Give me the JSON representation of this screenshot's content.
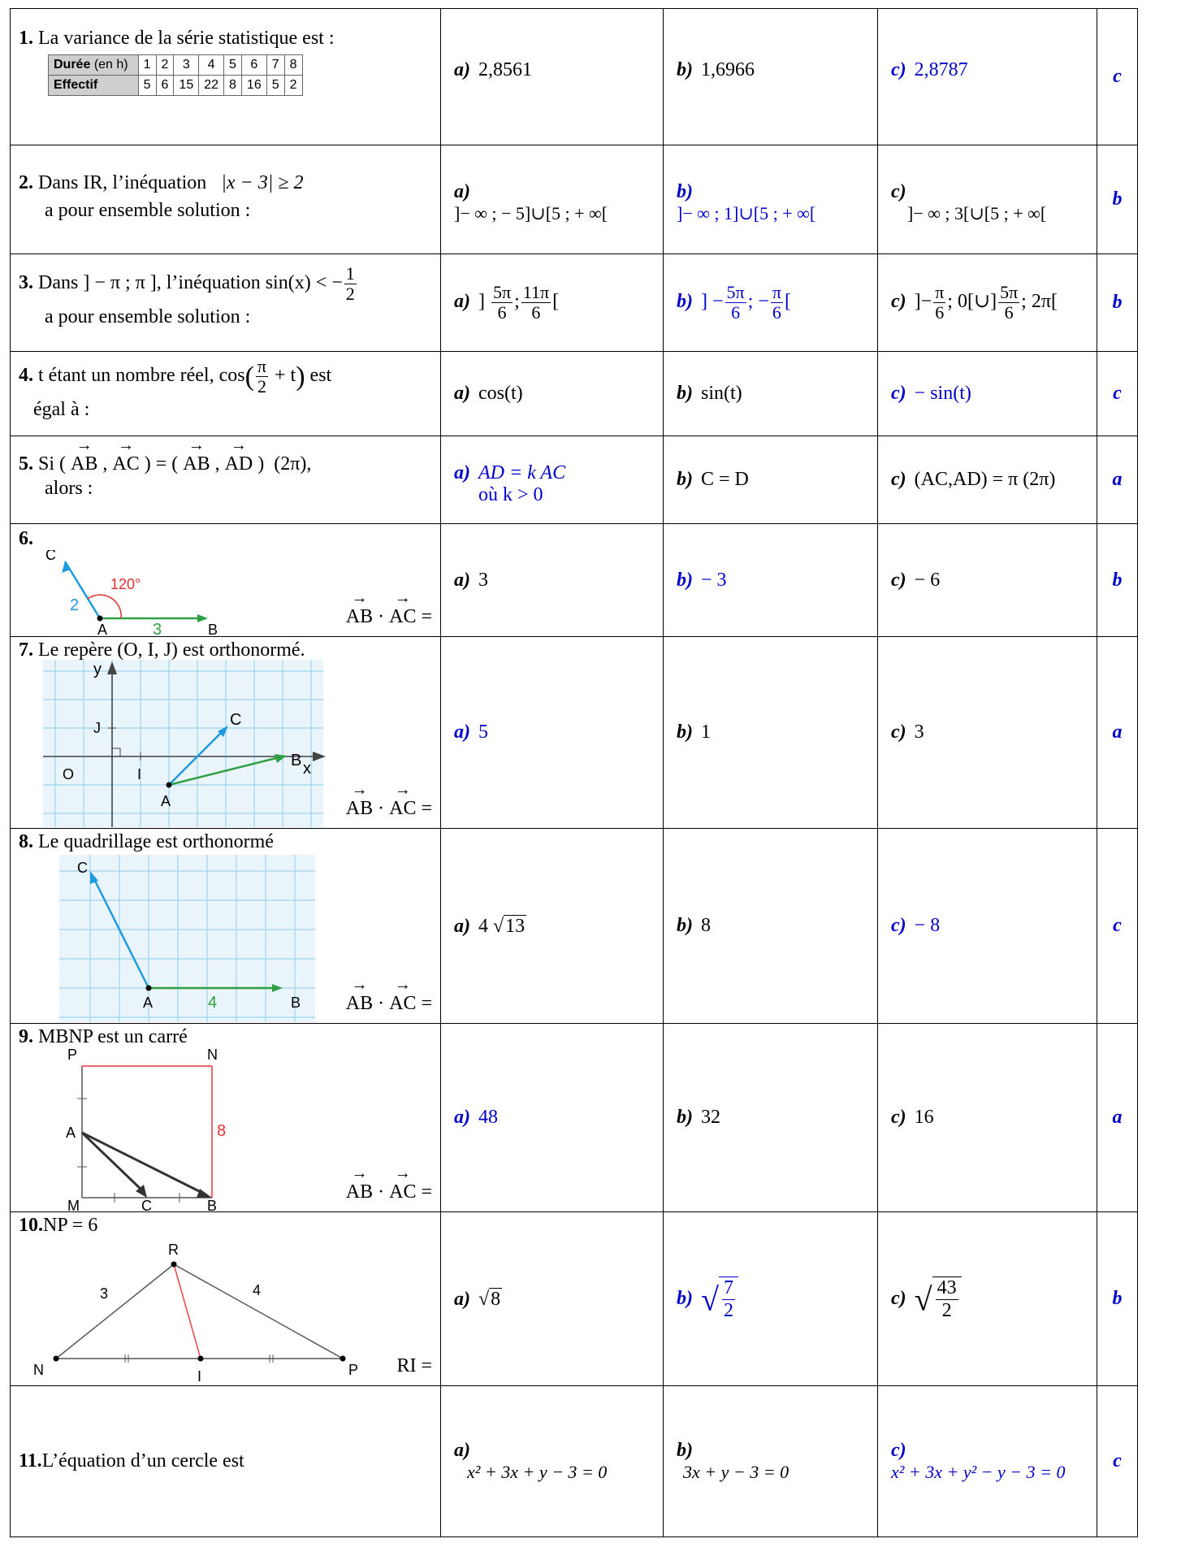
{
  "questions": [
    {
      "num": "1.",
      "text": "La variance de la série statistique est :",
      "table": {
        "h1": "Durée",
        "h1b": "(en h)",
        "h2": "Effectif",
        "durations": [
          "1",
          "2",
          "3",
          "4",
          "5",
          "6",
          "7",
          "8"
        ],
        "counts": [
          "5",
          "6",
          "15",
          "22",
          "8",
          "16",
          "5",
          "2"
        ]
      },
      "a": "2,8561",
      "b": "1,6966",
      "c": "2,8787",
      "answer": "c"
    },
    {
      "num": "2.",
      "text1": "Dans IR, l’inéquation",
      "ineq": "|x − 3| ≥ 2",
      "text2": "a pour ensemble solution :",
      "a": "]− ∞ ; − 5]∪[5 ; + ∞[",
      "b": "]− ∞ ; 1]∪[5 ; + ∞[",
      "c": "]− ∞ ; 3[∪[5 ; + ∞[",
      "answer": "b"
    },
    {
      "num": "3.",
      "text1": "Dans ] − π ; π ], l’inéquation  sin(x) < −",
      "half": "1",
      "half_d": "2",
      "text2": "a pour ensemble solution :",
      "a_pre": "]",
      "a_f1n": "5π",
      "a_f1d": "6",
      "a_f2n": "11π",
      "a_f2d": "6",
      "a_post": "[",
      "b_pre": "] −",
      "b_f1n": "5π",
      "b_f1d": "6",
      "b_mid": "; −",
      "b_f2n": "π",
      "b_f2d": "6",
      "b_post": "[",
      "c_pre": "]−",
      "c_f1n": "π",
      "c_f1d": "6",
      "c_mid": "; 0[∪]",
      "c_f2n": "5π",
      "c_f2d": "6",
      "c_post": "; 2π[",
      "answer": "b"
    },
    {
      "num": "4.",
      "text1": "t étant un nombre réel, cos",
      "pi": "π",
      "two": "2",
      "plus_t": "+ t",
      "text2": "est",
      "text3": "égal à :",
      "a": "cos(t)",
      "b": "sin(t)",
      "c": "− sin(t)",
      "answer": "c"
    },
    {
      "num": "5.",
      "text1": "Si (",
      "text2": "alors :",
      "a1": "AD = k AC",
      "a2": "où k > 0",
      "b": "C = D",
      "c": "(AC,AD) = π (2π)",
      "answer": "a"
    },
    {
      "num": "6.",
      "a": "3",
      "b": "− 3",
      "c": "− 6",
      "answer": "b",
      "fig": {
        "C": "C",
        "A": "A",
        "B": "B",
        "ang": "120°",
        "ac": "2",
        "ab": "3"
      }
    },
    {
      "num": "7.",
      "text": "Le repère (O, I, J) est orthonormé.",
      "a": "5",
      "b": "1",
      "c": "3",
      "answer": "a",
      "fig": {
        "y": "y",
        "J": "J",
        "O": "O",
        "I": "I",
        "A": "A",
        "B": "B",
        "C": "C",
        "x": "x"
      }
    },
    {
      "num": "8.",
      "text": "Le quadrillage est orthonormé",
      "a": "13",
      "b": "8",
      "c": "− 8",
      "answer": "c",
      "fig": {
        "C": "C",
        "A": "A",
        "B": "B",
        "n": "4"
      }
    },
    {
      "num": "9.",
      "text": "MBNP est un carré",
      "a": "48",
      "b": "32",
      "c": "16",
      "answer": "a",
      "fig": {
        "P": "P",
        "N": "N",
        "A": "A",
        "M": "M",
        "C": "C",
        "B": "B",
        "side": "8"
      }
    },
    {
      "num": "10.",
      "text": "NP = 6",
      "a": "8",
      "b_n": "7",
      "b_d": "2",
      "c_n": "43",
      "c_d": "2",
      "answer": "b",
      "fig": {
        "R": "R",
        "N": "N",
        "P": "P",
        "I": "I",
        "nr": "3",
        "rp": "4"
      },
      "tail": "RI ="
    },
    {
      "num": "11.",
      "text": "L’équation d’un cercle est",
      "a": "x² + 3x + y − 3 = 0",
      "b": "3x + y − 3 = 0",
      "c": "x² + 3x + y² − y − 3 = 0",
      "answer": "c"
    }
  ],
  "labels": {
    "a": "a)",
    "b": "b)",
    "c": "c)",
    "ab": "AB",
    "ac": "AC",
    "ad": "AD",
    "dot": "·",
    "eq": "=",
    "four": "4"
  },
  "colors": {
    "answer": "#0000cc"
  }
}
